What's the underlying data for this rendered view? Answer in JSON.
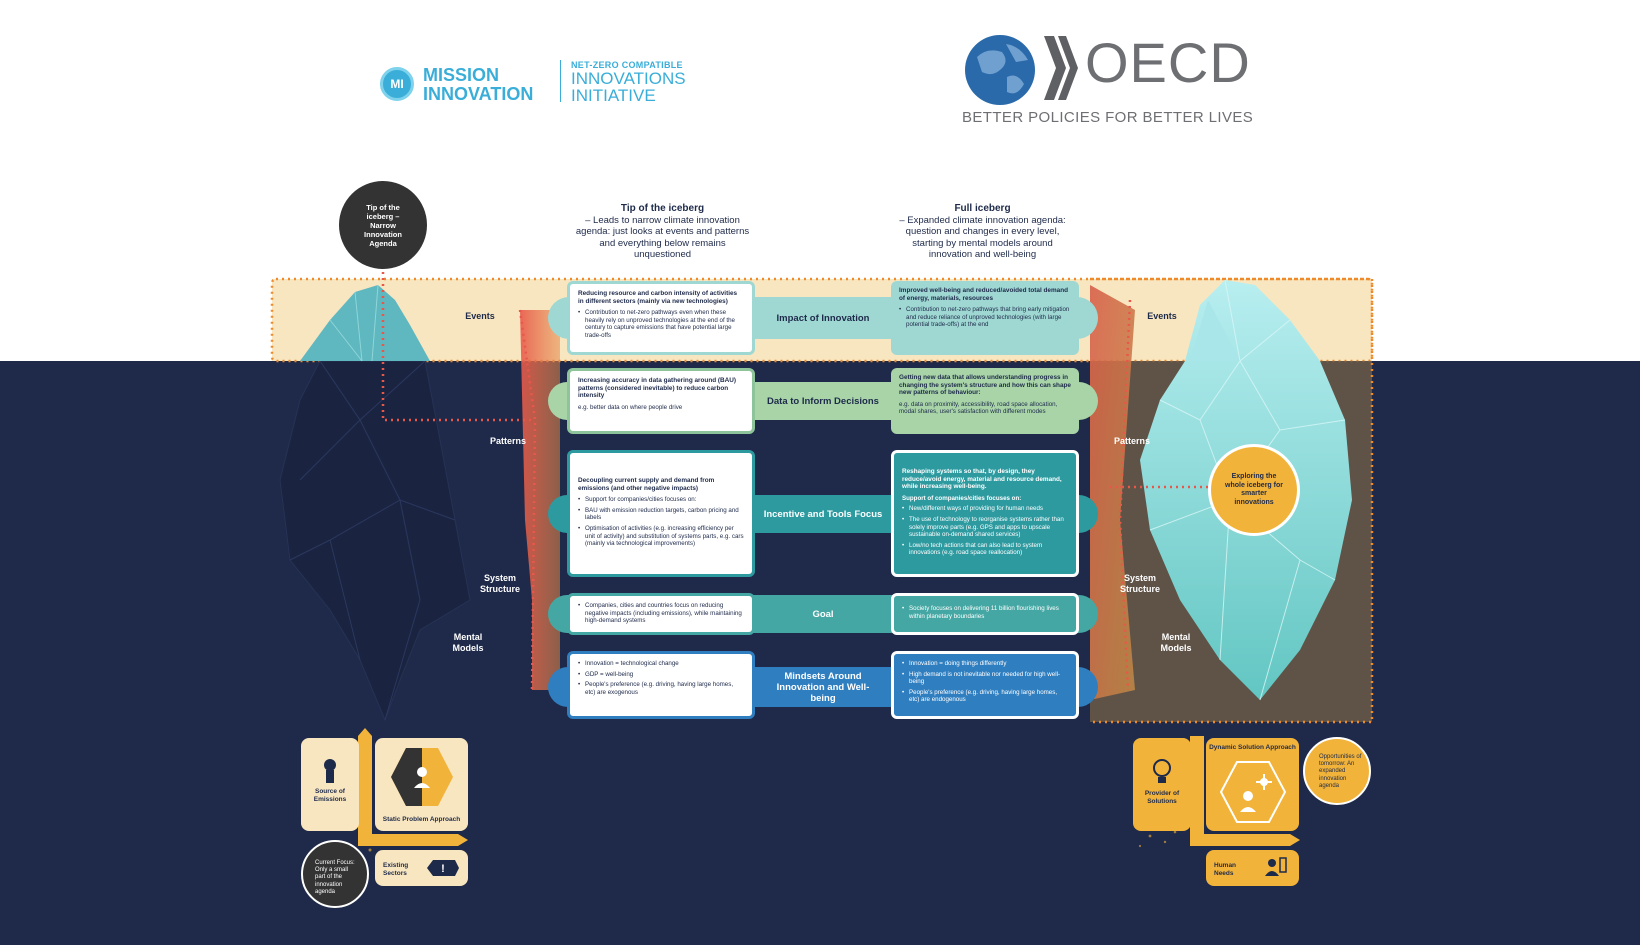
{
  "logos": {
    "mi_badge": "MI",
    "mi_line1": "MISSION",
    "mi_line2": "INNOVATION",
    "mi_sub1": "NET-ZERO COMPATIBLE",
    "mi_sub2": "INNOVATIONS",
    "mi_sub3": "INITIATIVE",
    "oecd_name": "OECD",
    "oecd_tagline": "BETTER POLICIES FOR BETTER LIVES"
  },
  "tip_circle": "Tip of the iceberg – Narrow Innovation Agenda",
  "headers": {
    "left_title": "Tip of the iceberg",
    "left_text": "– Leads to narrow climate innovation agenda: just looks at events and patterns and everything below remains unquestioned",
    "right_title": "Full iceberg",
    "right_text": "– Expanded climate innovation agenda: question and changes in every level, starting by mental models around innovation and well-being"
  },
  "levels_left": [
    "Events",
    "Patterns",
    "System Structure",
    "Mental Models"
  ],
  "levels_right": [
    "Events",
    "Patterns",
    "System Structure",
    "Mental Models"
  ],
  "rows": [
    {
      "label": "Impact of Innovation",
      "left_head": "Reducing resource and carbon intensity of activities in different sectors (mainly via new technologies)",
      "left_items": [
        "Contribution to net-zero pathways even when these heavily rely on unproved technologies at the end of the century to capture emissions that have potential large trade-offs"
      ],
      "right_head": "Improved well-being and reduced/avoided total demand of energy, materials, resources",
      "right_items": [
        "Contribution to net-zero pathways that bring early mitigation and reduce reliance of unproved technologies (with large potential trade-offs) at the end"
      ]
    },
    {
      "label": "Data to Inform Decisions",
      "left_head": "Increasing accuracy in data gathering around (BAU) patterns (considered inevitable) to reduce carbon intensity",
      "left_note": "e.g. better data on where people drive",
      "right_head": "Getting new data that allows understanding progress in changing the system's structure and how this can shape new patterns of behaviour:",
      "right_note": "e.g. data on proximity, accessibility, road space allocation, modal shares, user's satisfaction with different modes"
    },
    {
      "label": "Incentive and Tools Focus",
      "left_head": "Decoupling current supply and demand from emissions (and other negative impacts)",
      "left_items": [
        "Support for companies/cities focuses on:",
        "BAU with emission reduction targets, carbon pricing and labels",
        "Optimisation of activities (e.g. increasing efficiency per unit of activity) and substitution of systems parts, e.g. cars (mainly via technological improvements)"
      ],
      "right_head": "Reshaping systems so that, by design, they reduce/avoid energy, material and resource demand, while increasing well-being.",
      "right_sub": "Support of companies/cities focuses on:",
      "right_items": [
        "New/different ways of providing for human needs",
        "The use of technology to reorganise systems rather than solely improve parts (e.g. GPS and apps to upscale sustainable on-demand shared services)",
        "Low/no tech actions that can also lead to system innovations (e.g. road space reallocation)"
      ]
    },
    {
      "label": "Goal",
      "left_items": [
        "Companies, cities and countries focus on reducing negative impacts (including emissions), while maintaining high-demand systems"
      ],
      "right_items": [
        "Society focuses on delivering 11 billion flourishing lives within planetary boundaries"
      ]
    },
    {
      "label": "Mindsets Around Innovation and Well-being",
      "left_items": [
        "Innovation = technological change",
        "GDP = well-being",
        "People's preference (e.g. driving, having large homes, etc) are exogenous"
      ],
      "right_items": [
        "Innovation = doing things differently",
        "High demand is not inevitable nor needed for high well-being",
        "People's preference (e.g. driving, having large homes, etc) are endogenous"
      ]
    }
  ],
  "exploring_circle": "Exploring the whole iceberg for smarter innovations",
  "bottom_left": {
    "source": "Source of Emissions",
    "approach": "Static Problem Approach",
    "sectors": "Existing Sectors",
    "focus": "Current Focus: Only a small part of the innovation agenda"
  },
  "bottom_right": {
    "provider": "Provider of Solutions",
    "approach": "Dynamic Solution Approach",
    "needs": "Human Needs",
    "opportunities": "Opportunities of tomorrow: An expanded innovation agenda"
  },
  "colors": {
    "navy": "#1f2a4a",
    "cream": "#f8e6c0",
    "teal": "#2d9aa0",
    "mint": "#9fd8d3",
    "green": "#8dc49a",
    "blue": "#2f7ec0",
    "gold": "#f2b33a",
    "dark": "#333333"
  }
}
